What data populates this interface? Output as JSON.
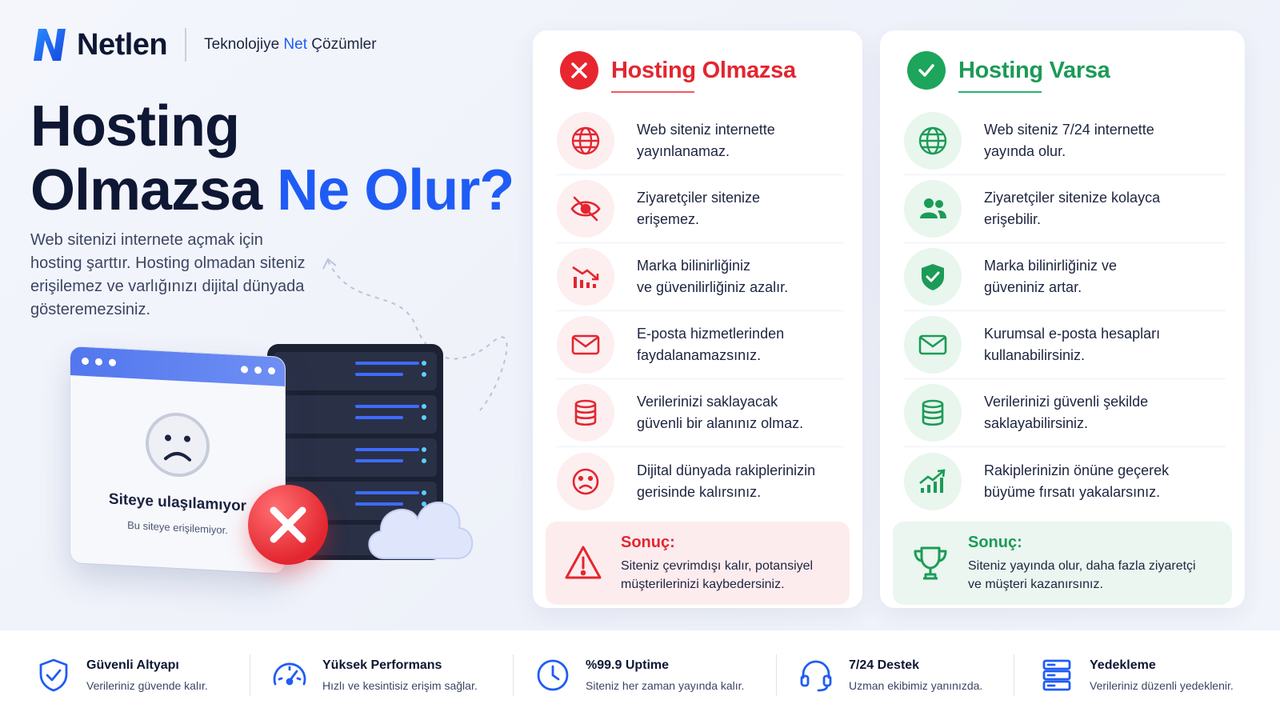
{
  "brand": {
    "name": "Netlen",
    "tagline_start": "Teknolojiye ",
    "tagline_accent": "Net",
    "tagline_end": " Çözümler"
  },
  "hero": {
    "title_line1": "Hosting",
    "title_line2_plain": "Olmazsa ",
    "title_line2_accent": "Ne Olur?",
    "description": "Web sitenizi internete açmak için hosting şarttır. Hosting olmadan siteniz erişilemez ve varlığınızı dijital dünyada gösteremezsiniz."
  },
  "illustration": {
    "error_title": "Siteye ulaşılamıyor",
    "error_subtitle": "Bu siteye erişilemiyor."
  },
  "without": {
    "title": "Hosting Olmazsa",
    "items": [
      {
        "icon": "globe-icon",
        "text": "Web siteniz internette\nyayınlanamaz."
      },
      {
        "icon": "eye-slash-icon",
        "text": "Ziyaretçiler sitenize\nerişemez."
      },
      {
        "icon": "chart-down-icon",
        "text": "Marka bilinirliğiniz\nve güvenilirliğiniz azalır."
      },
      {
        "icon": "mail-icon",
        "text": "E-posta hizmetlerinden\nfaydalanamazsınız."
      },
      {
        "icon": "database-icon",
        "text": "Verilerinizi saklayacak\ngüvenli bir alanınız olmaz."
      },
      {
        "icon": "sad-face-icon",
        "text": "Dijital dünyada rakiplerinizin\ngerisinde kalırsınız."
      }
    ],
    "result_title": "Sonuç:",
    "result_text": "Siteniz çevrimdışı kalır, potansiyel\nmüşterilerinizi kaybedersiniz."
  },
  "with": {
    "title": "Hosting Varsa",
    "items": [
      {
        "icon": "globe-icon",
        "text": "Web siteniz 7/24 internette\nyayında olur."
      },
      {
        "icon": "users-icon",
        "text": "Ziyaretçiler sitenize kolayca\nerişebilir."
      },
      {
        "icon": "shield-check-icon",
        "text": "Marka bilinirliğiniz ve\ngüveniniz artar."
      },
      {
        "icon": "mail-icon",
        "text": "Kurumsal e-posta hesapları\nkullanabilirsiniz."
      },
      {
        "icon": "database-icon",
        "text": "Verilerinizi güvenli şekilde\nsaklayabilirsiniz."
      },
      {
        "icon": "chart-up-icon",
        "text": "Rakiplerinizin önüne geçerek\nbüyüme fırsatı yakalarsınız."
      }
    ],
    "result_title": "Sonuç:",
    "result_text": "Siteniz yayında olur, daha fazla ziyaretçi\nve müşteri kazanırsınız."
  },
  "features": [
    {
      "icon": "shield-check-icon",
      "title": "Güvenli Altyapı",
      "subtitle": "Verileriniz güvende kalır."
    },
    {
      "icon": "speedometer-icon",
      "title": "Yüksek Performans",
      "subtitle": "Hızlı ve kesintisiz erişim sağlar."
    },
    {
      "icon": "clock-icon",
      "title": "%99.9 Uptime",
      "subtitle": "Siteniz her zaman yayında kalır."
    },
    {
      "icon": "headset-icon",
      "title": "7/24 Destek",
      "subtitle": "Uzman ekibimiz yanınızda."
    },
    {
      "icon": "server-icon",
      "title": "Yedekleme",
      "subtitle": "Verileriniz düzenli yedeklenir."
    }
  ],
  "colors": {
    "brand_blue": "#1f5cf5",
    "negative_red": "#e3262f",
    "positive_green": "#1c9b56",
    "heading_navy": "#0e1733"
  }
}
